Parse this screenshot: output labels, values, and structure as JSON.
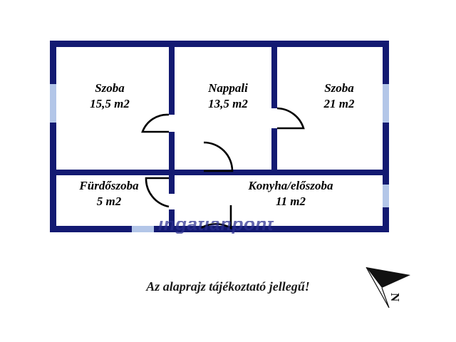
{
  "document": {
    "type": "floor-plan",
    "language": "hu",
    "disclaimer": "Az alaprajz tájékoztató jellegű!",
    "watermark_text": "ingatlanpont"
  },
  "colors": {
    "wall": "#131a72",
    "wall_outline": "#0d1560",
    "window": "#b3c6e8",
    "door_arc": "#000000",
    "background": "#ffffff",
    "text": "#000000",
    "watermark": "#2b2f8f",
    "north_arrow": "#111111"
  },
  "rooms": [
    {
      "id": "szoba-left",
      "name": "Szoba",
      "area": "15,5 m2"
    },
    {
      "id": "nappali",
      "name": "Nappali",
      "area": "13,5 m2"
    },
    {
      "id": "szoba-right",
      "name": "Szoba",
      "area": "21 m2"
    },
    {
      "id": "furdoszoba",
      "name": "Fürdőszoba",
      "area": "5 m2"
    },
    {
      "id": "konyha",
      "name": "Konyha/előszoba",
      "area": "11 m2"
    }
  ],
  "north": {
    "label": "N",
    "name": "north-arrow"
  }
}
